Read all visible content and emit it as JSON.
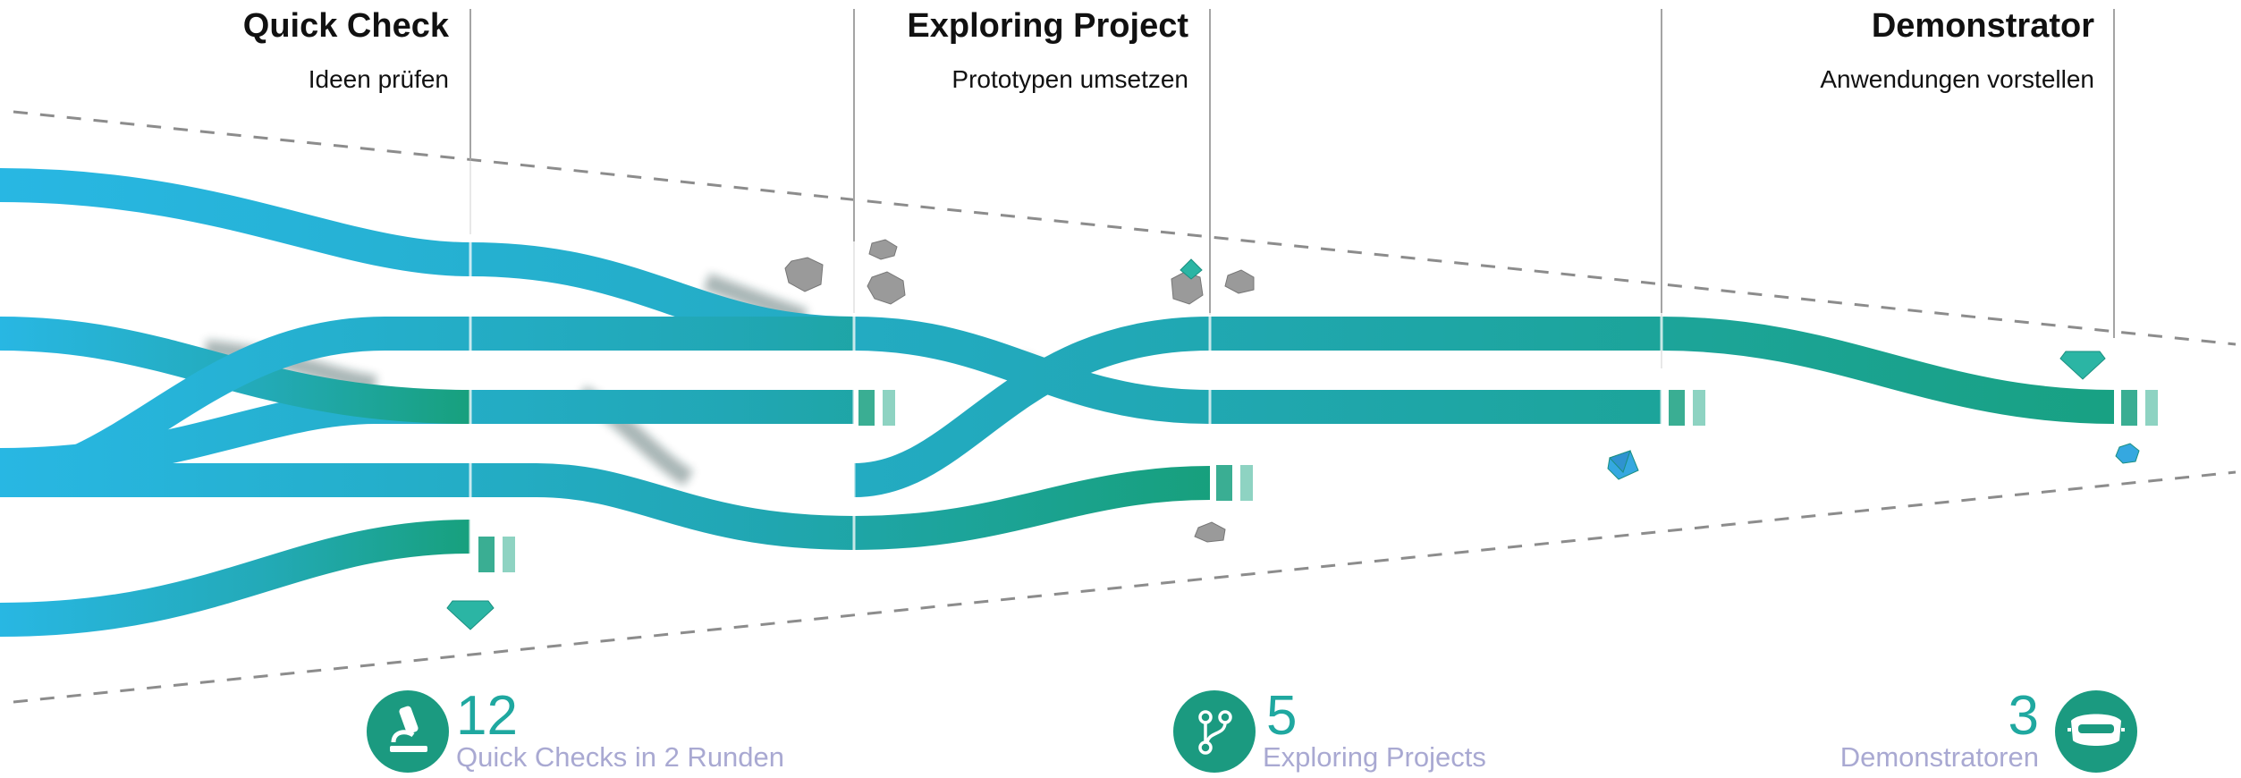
{
  "stages": [
    {
      "title": "Quick Check",
      "subtitle": "Ideen prüfen"
    },
    {
      "title": "Exploring Project",
      "subtitle": "Prototypen umsetzen"
    },
    {
      "title": "Demonstrator",
      "subtitle": "Anwendungen vorstellen"
    }
  ],
  "stats": [
    {
      "value": "12",
      "label": "Quick Checks in 2 Runden",
      "icon": "microscope-icon"
    },
    {
      "value": "5",
      "label": "Exploring Projects",
      "icon": "branch-icon"
    },
    {
      "value": "3",
      "label": "Demonstratoren",
      "icon": "vr-headset-icon"
    }
  ],
  "colors": {
    "start": "#28b7e3",
    "mid": "#22a9bc",
    "end": "#17a07c",
    "dash": "#8c8c8c",
    "rock": "#9a9a9a",
    "gem": "#2bb5a4"
  }
}
